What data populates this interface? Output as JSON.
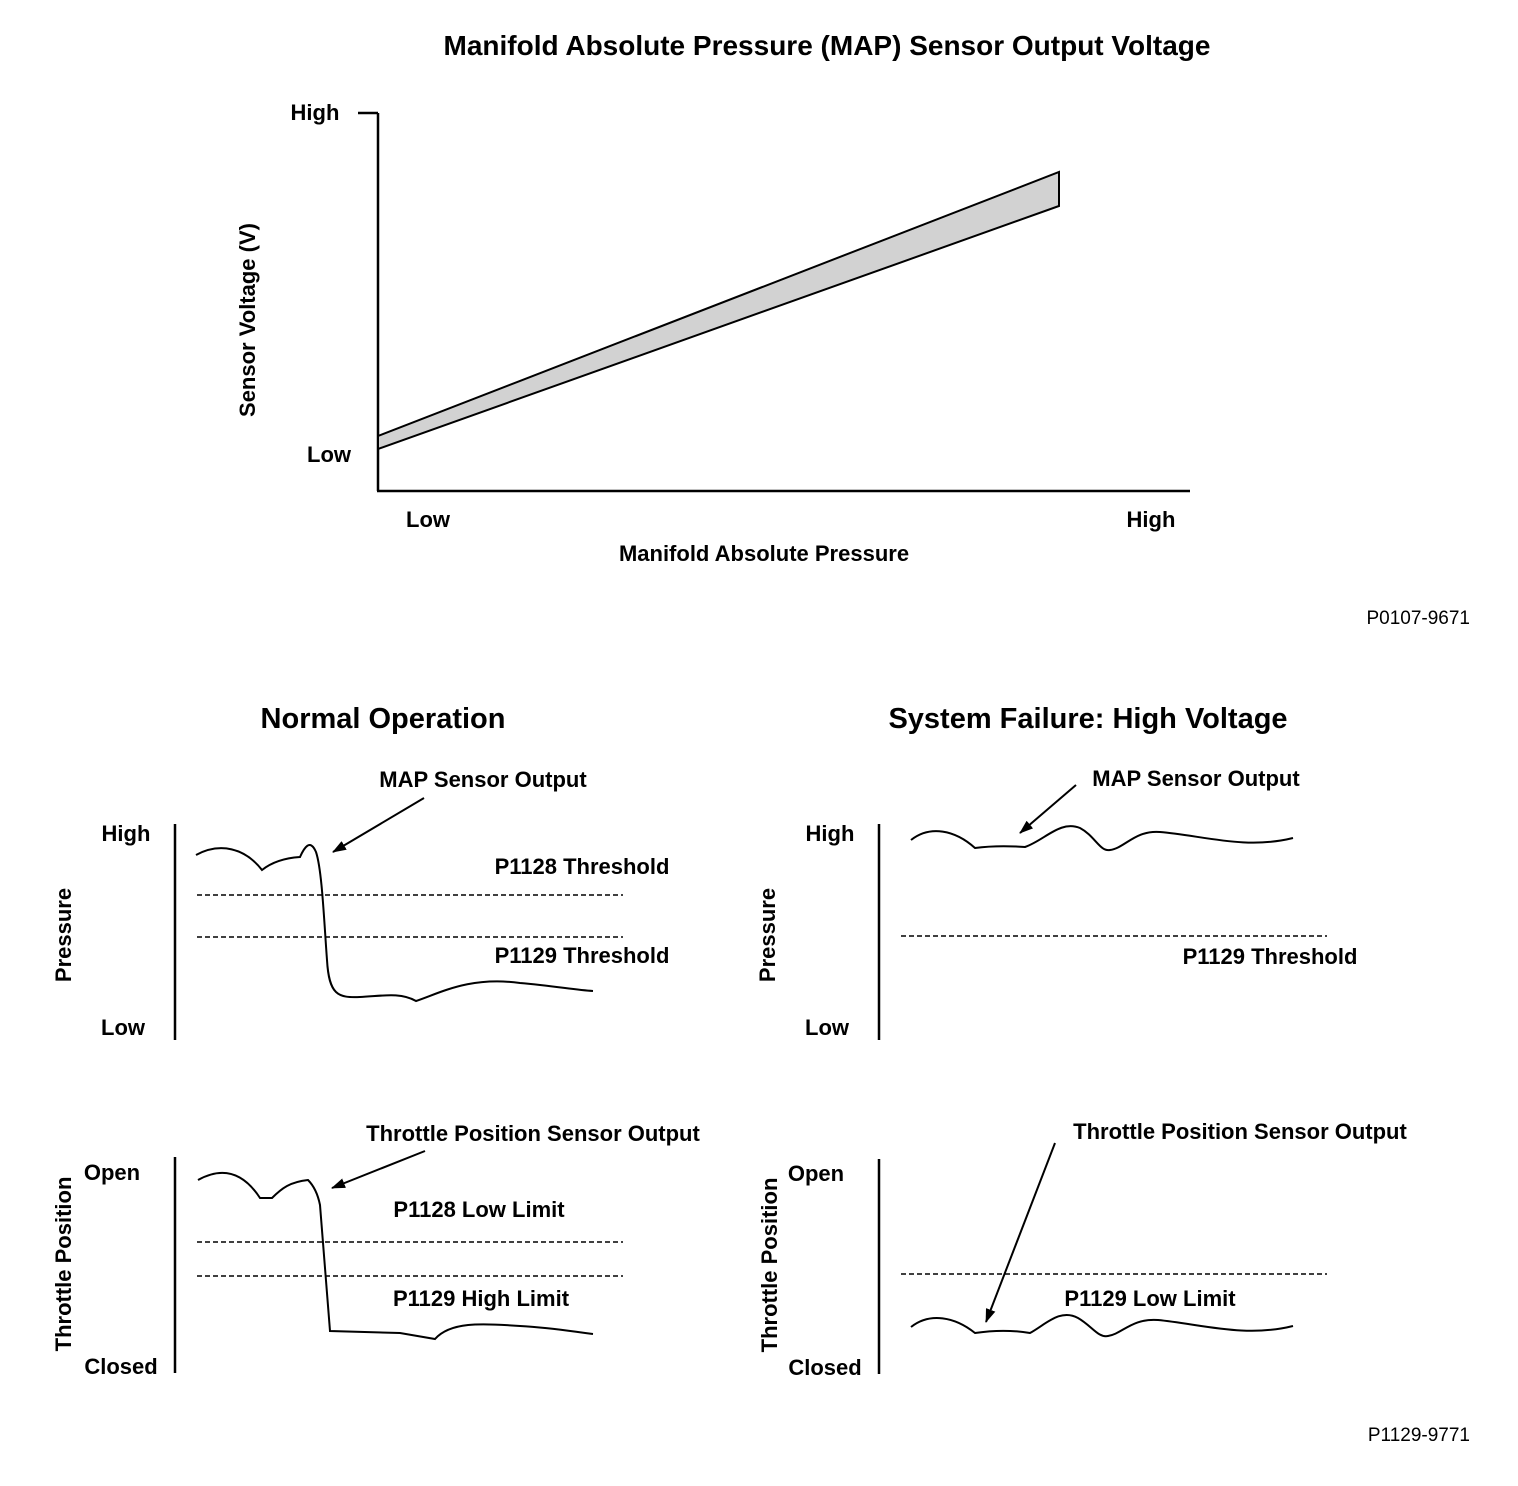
{
  "top_chart": {
    "title": "Manifold Absolute Pressure (MAP) Sensor Output Voltage",
    "y_axis_label": "Sensor Voltage (V)",
    "y_high": "High",
    "y_low": "Low",
    "x_axis_label": "Manifold Absolute Pressure",
    "x_low": "Low",
    "x_high": "High",
    "code": "P0107-9671",
    "band_color": "#d2d2d2"
  },
  "normal": {
    "title": "Normal Operation",
    "pressure_axis": "Pressure",
    "pressure_high": "High",
    "pressure_low": "Low",
    "map_label": "MAP Sensor Output",
    "p1128_threshold": "P1128 Threshold",
    "p1129_threshold": "P1129 Threshold",
    "throttle_axis": "Throttle Position",
    "throttle_open": "Open",
    "throttle_closed": "Closed",
    "tps_label": "Throttle Position Sensor Output",
    "p1128_low_limit": "P1128 Low Limit",
    "p1129_high_limit": "P1129 High Limit"
  },
  "failure": {
    "title": "System Failure: High Voltage",
    "pressure_axis": "Pressure",
    "pressure_high": "High",
    "pressure_low": "Low",
    "map_label": "MAP Sensor Output",
    "p1129_threshold": "P1129 Threshold",
    "throttle_axis": "Throttle Position",
    "throttle_open": "Open",
    "throttle_closed": "Closed",
    "tps_label": "Throttle Position Sensor Output",
    "p1129_low_limit": "P1129 Low Limit"
  },
  "bottom_code": "P1129-9771",
  "icons": [
    "arrow-icon"
  ]
}
